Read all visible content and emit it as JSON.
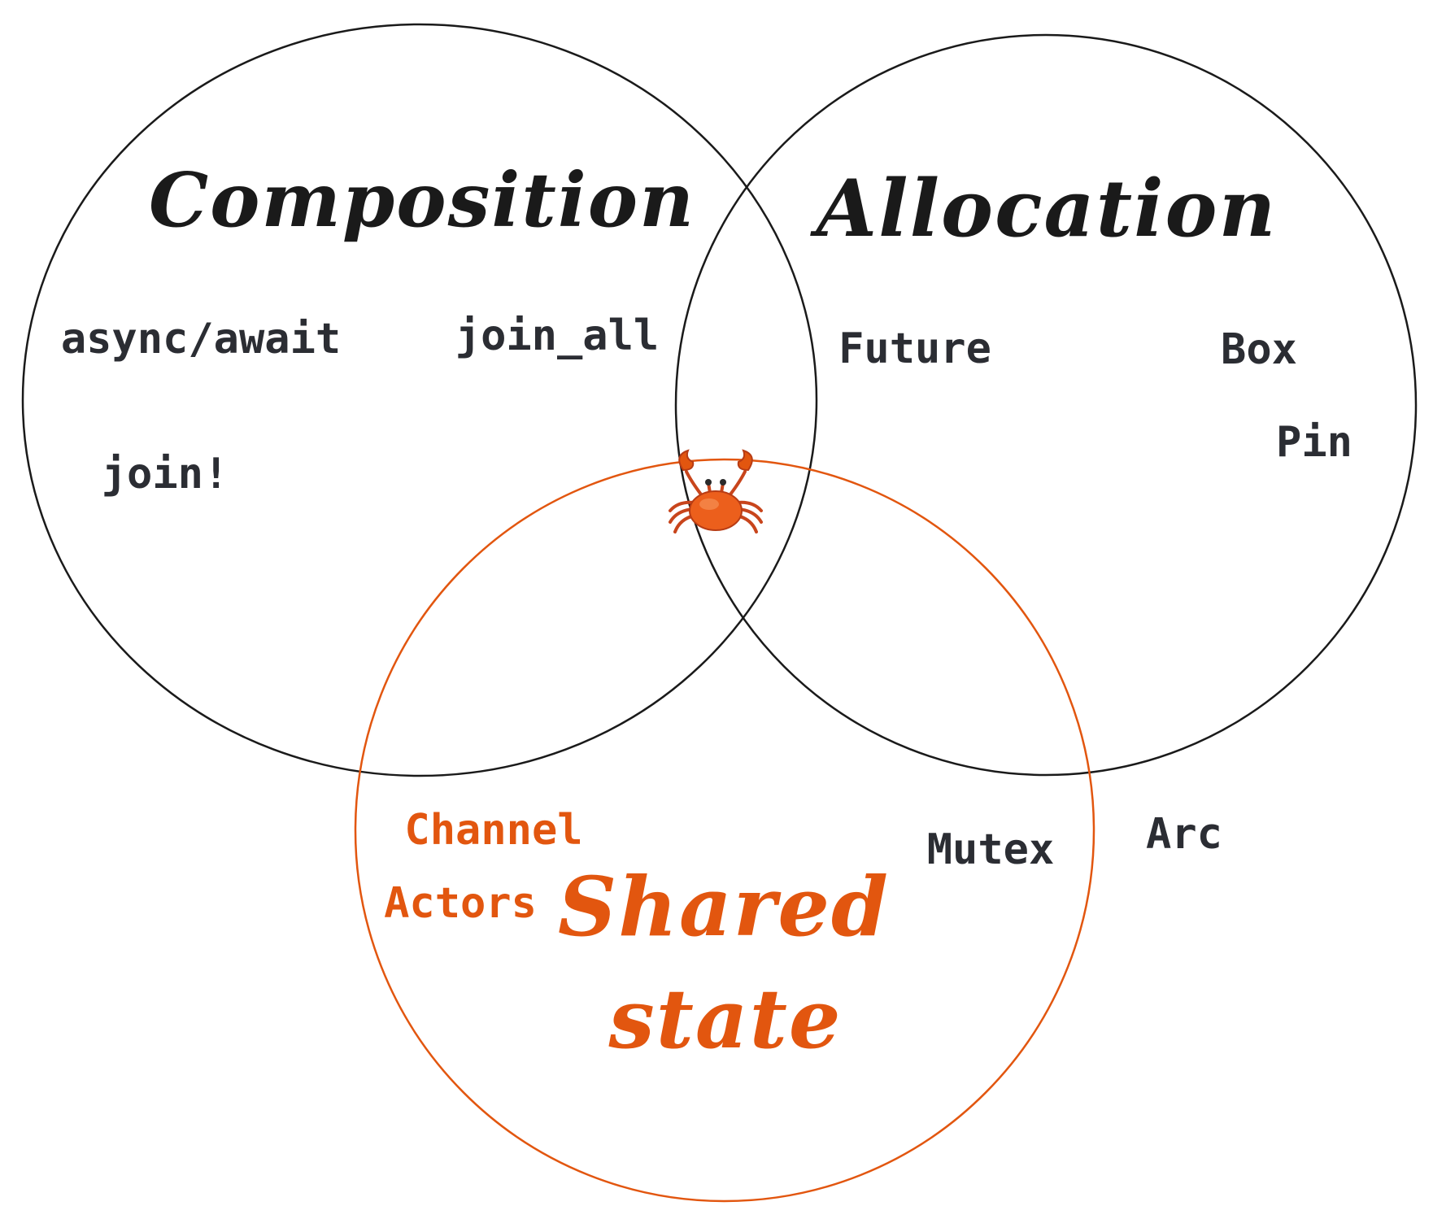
{
  "colors": {
    "ink": "#1a1a1a",
    "term_ink": "#2b2d33",
    "accent": "#e2560f"
  },
  "headings": {
    "composition": "Composition",
    "allocation": "Allocation",
    "shared_state_line1": "Shared",
    "shared_state_line2": "state"
  },
  "terms": {
    "async_await": "async/await",
    "join_all": "join_all",
    "join_macro": "join!",
    "future": "Future",
    "box": "Box",
    "pin": "Pin",
    "channel": "Channel",
    "actors": "Actors",
    "mutex": "Mutex",
    "arc": "Arc"
  },
  "center_icon": "crab-icon"
}
